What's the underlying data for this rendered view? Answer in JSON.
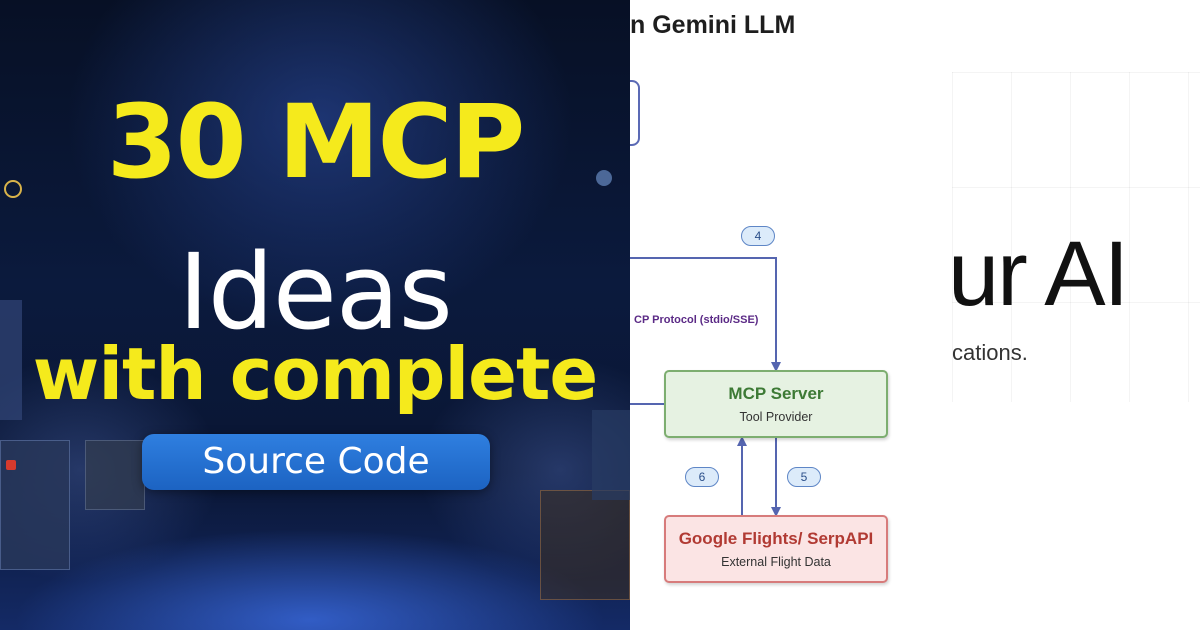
{
  "left_panel": {
    "headline_line1": "30 MCP",
    "headline_line2": "Ideas",
    "headline_line3": "with complete",
    "button_label": "Source Code",
    "colors": {
      "headline": "#f5ea1c",
      "ideas": "#ffffff",
      "button": "#2f7fe0"
    }
  },
  "right_panel": {
    "diagram_title": "n Gemini LLM",
    "protocol_label": "CP Protocol (stdio/SSE)",
    "mcp_server": {
      "title": "MCP Server",
      "subtitle": "Tool Provider"
    },
    "flights": {
      "title": "Google Flights/ SerpAPI",
      "subtitle": "External Flight Data"
    },
    "steps": {
      "four": "4",
      "five": "5",
      "six": "6"
    },
    "overlay_heading": "ur AI",
    "overlay_subtext": "cations.",
    "colors": {
      "mcp_fill": "#e6f2e2",
      "mcp_border": "#7dae70",
      "flights_fill": "#fbe4e4",
      "flights_border": "#d77b7b",
      "arrow": "#5565b0"
    }
  }
}
